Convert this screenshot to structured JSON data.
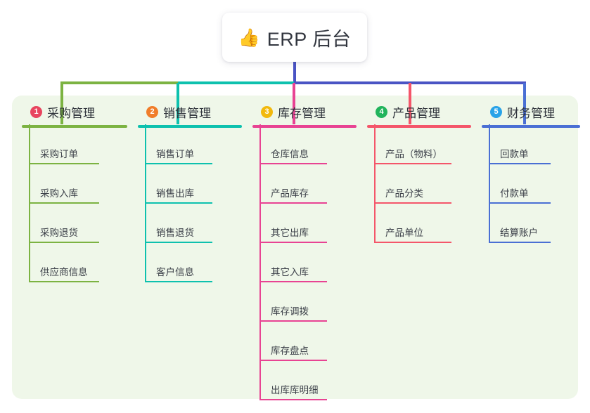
{
  "root": {
    "icon": "thumbs-up-emoji",
    "glyph": "👍",
    "title": "ERP 后台"
  },
  "palette": {
    "panel_bg": "#eff7e9",
    "page_bg": "#ffffff",
    "root_line": "#4a54c4",
    "text": "#3c4049"
  },
  "columns": [
    {
      "index": "1",
      "title": "采购管理",
      "badge_color": "#e8455f",
      "line_color": "#7cb342",
      "items": [
        "采购订单",
        "采购入库",
        "采购退货",
        "供应商信息"
      ]
    },
    {
      "index": "2",
      "title": "销售管理",
      "badge_color": "#f07d2a",
      "line_color": "#0ec1ae",
      "items": [
        "销售订单",
        "销售出库",
        "销售退货",
        "客户信息"
      ]
    },
    {
      "index": "3",
      "title": "库存管理",
      "badge_color": "#f2b90d",
      "line_color": "#e84393",
      "items": [
        "仓库信息",
        "产品库存",
        "其它出库",
        "其它入库",
        "库存调拨",
        "库存盘点",
        "出库库明细"
      ]
    },
    {
      "index": "4",
      "title": "产品管理",
      "badge_color": "#21b45c",
      "line_color": "#f4566a",
      "items": [
        "产品（物料）",
        "产品分类",
        "产品单位"
      ]
    },
    {
      "index": "5",
      "title": "财务管理",
      "badge_color": "#29a3e8",
      "line_color": "#4a6fd4",
      "items": [
        "回款单",
        "付款单",
        "结算账户"
      ]
    }
  ]
}
